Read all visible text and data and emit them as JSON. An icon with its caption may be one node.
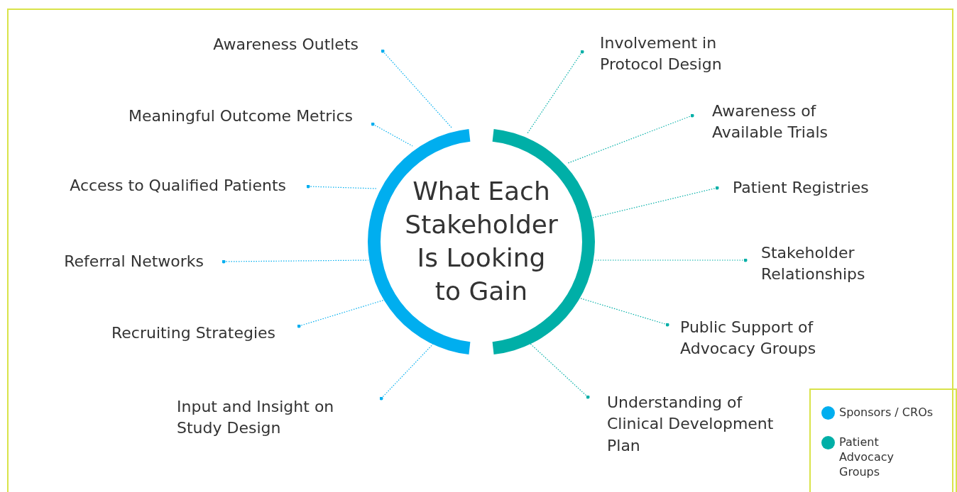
{
  "diagram": {
    "nodes": [
      {
        "text": [
          "What Each Stakeholder Is Looking to Gain"
        ]
      },
      {
        "text": [
          "Awareness Outlets"
        ]
      },
      {
        "text": [
          "Meaningful Outcome Metrics"
        ]
      },
      {
        "text": [
          "Access to Qualified Patients"
        ]
      },
      {
        "text": [
          "Referral Networks"
        ]
      },
      {
        "text": [
          "Recruiting Strategies"
        ]
      },
      {
        "text": [
          "Input and Insight on Study Design"
        ]
      },
      {
        "text": [
          "Involvement in Protocol Design"
        ]
      },
      {
        "text": [
          "Awareness of Available Trials"
        ]
      },
      {
        "text": [
          "Patient Registries"
        ]
      },
      {
        "text": [
          "Stakeholder Relationships"
        ]
      },
      {
        "text": [
          "Public Support of Advocacy Groups"
        ]
      },
      {
        "text": [
          "Understanding of Clinical Development Plan"
        ]
      }
    ],
    "edges": [
      {
        "from": 1,
        "to": 0,
        "arrow": "other",
        "style": "dashed",
        "color": "#00aeef"
      },
      {
        "from": 2,
        "to": 0,
        "arrow": "other",
        "style": "dashed",
        "color": "#00aeef"
      },
      {
        "from": 3,
        "to": 0,
        "arrow": "other",
        "style": "dashed",
        "color": "#00aeef"
      },
      {
        "from": 4,
        "to": 0,
        "arrow": "other",
        "style": "dashed",
        "color": "#00aeef"
      },
      {
        "from": 5,
        "to": 0,
        "arrow": "other",
        "style": "dashed",
        "color": "#00aeef"
      },
      {
        "from": 6,
        "to": 0,
        "arrow": "other",
        "style": "dashed",
        "color": "#00aeef"
      },
      {
        "from": 7,
        "to": 0,
        "arrow": "other",
        "style": "dashed",
        "color": "#00afa7"
      },
      {
        "from": 8,
        "to": 0,
        "arrow": "other",
        "style": "dashed",
        "color": "#00afa7"
      },
      {
        "from": 9,
        "to": 0,
        "arrow": "other",
        "style": "dashed",
        "color": "#00afa7"
      },
      {
        "from": 10,
        "to": 0,
        "arrow": "other",
        "style": "dashed",
        "color": "#00afa7"
      },
      {
        "from": 11,
        "to": 0,
        "arrow": "other",
        "style": "dashed",
        "color": "#00afa7"
      },
      {
        "from": 12,
        "to": 0,
        "arrow": "other",
        "style": "dashed",
        "color": "#00afa7"
      }
    ],
    "legend": [
      {
        "text": "Sponsors / CROs",
        "color": "#00aeef"
      },
      {
        "text": "Patient Advocacy Groups",
        "color": "#00afa7"
      }
    ]
  }
}
